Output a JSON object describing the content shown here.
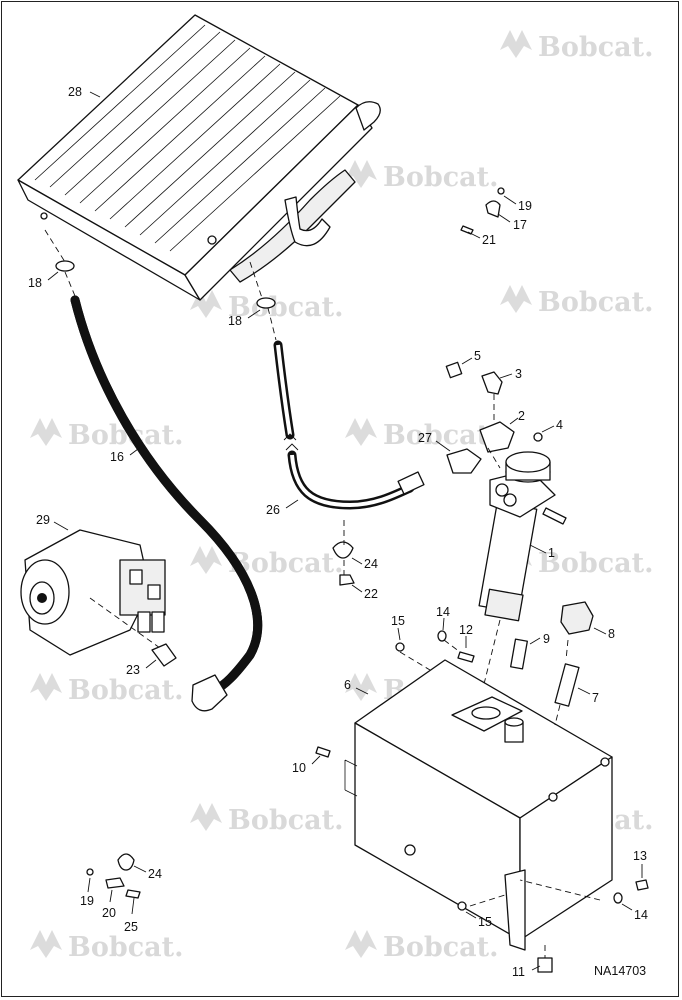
{
  "diagram": {
    "drawing_code": "NA14703",
    "watermark_text": "Bobcat.",
    "callouts": [
      {
        "key": "c28",
        "label": "28"
      },
      {
        "key": "c19a",
        "label": "19"
      },
      {
        "key": "c17",
        "label": "17"
      },
      {
        "key": "c21",
        "label": "21"
      },
      {
        "key": "c18a",
        "label": "18"
      },
      {
        "key": "c18b",
        "label": "18"
      },
      {
        "key": "c5",
        "label": "5"
      },
      {
        "key": "c3",
        "label": "3"
      },
      {
        "key": "c2",
        "label": "2"
      },
      {
        "key": "c4",
        "label": "4"
      },
      {
        "key": "c27",
        "label": "27"
      },
      {
        "key": "c16",
        "label": "16"
      },
      {
        "key": "c26",
        "label": "26"
      },
      {
        "key": "c1",
        "label": "1"
      },
      {
        "key": "c29",
        "label": "29"
      },
      {
        "key": "c24a",
        "label": "24"
      },
      {
        "key": "c22",
        "label": "22"
      },
      {
        "key": "c15a",
        "label": "15"
      },
      {
        "key": "c14a",
        "label": "14"
      },
      {
        "key": "c12",
        "label": "12"
      },
      {
        "key": "c9",
        "label": "9"
      },
      {
        "key": "c8",
        "label": "8"
      },
      {
        "key": "c23",
        "label": "23"
      },
      {
        "key": "c6",
        "label": "6"
      },
      {
        "key": "c7",
        "label": "7"
      },
      {
        "key": "c10",
        "label": "10"
      },
      {
        "key": "c24b",
        "label": "24"
      },
      {
        "key": "c13",
        "label": "13"
      },
      {
        "key": "c19b",
        "label": "19"
      },
      {
        "key": "c20",
        "label": "20"
      },
      {
        "key": "c25",
        "label": "25"
      },
      {
        "key": "c14b",
        "label": "14"
      },
      {
        "key": "c15b",
        "label": "15"
      },
      {
        "key": "c11",
        "label": "11"
      }
    ]
  }
}
